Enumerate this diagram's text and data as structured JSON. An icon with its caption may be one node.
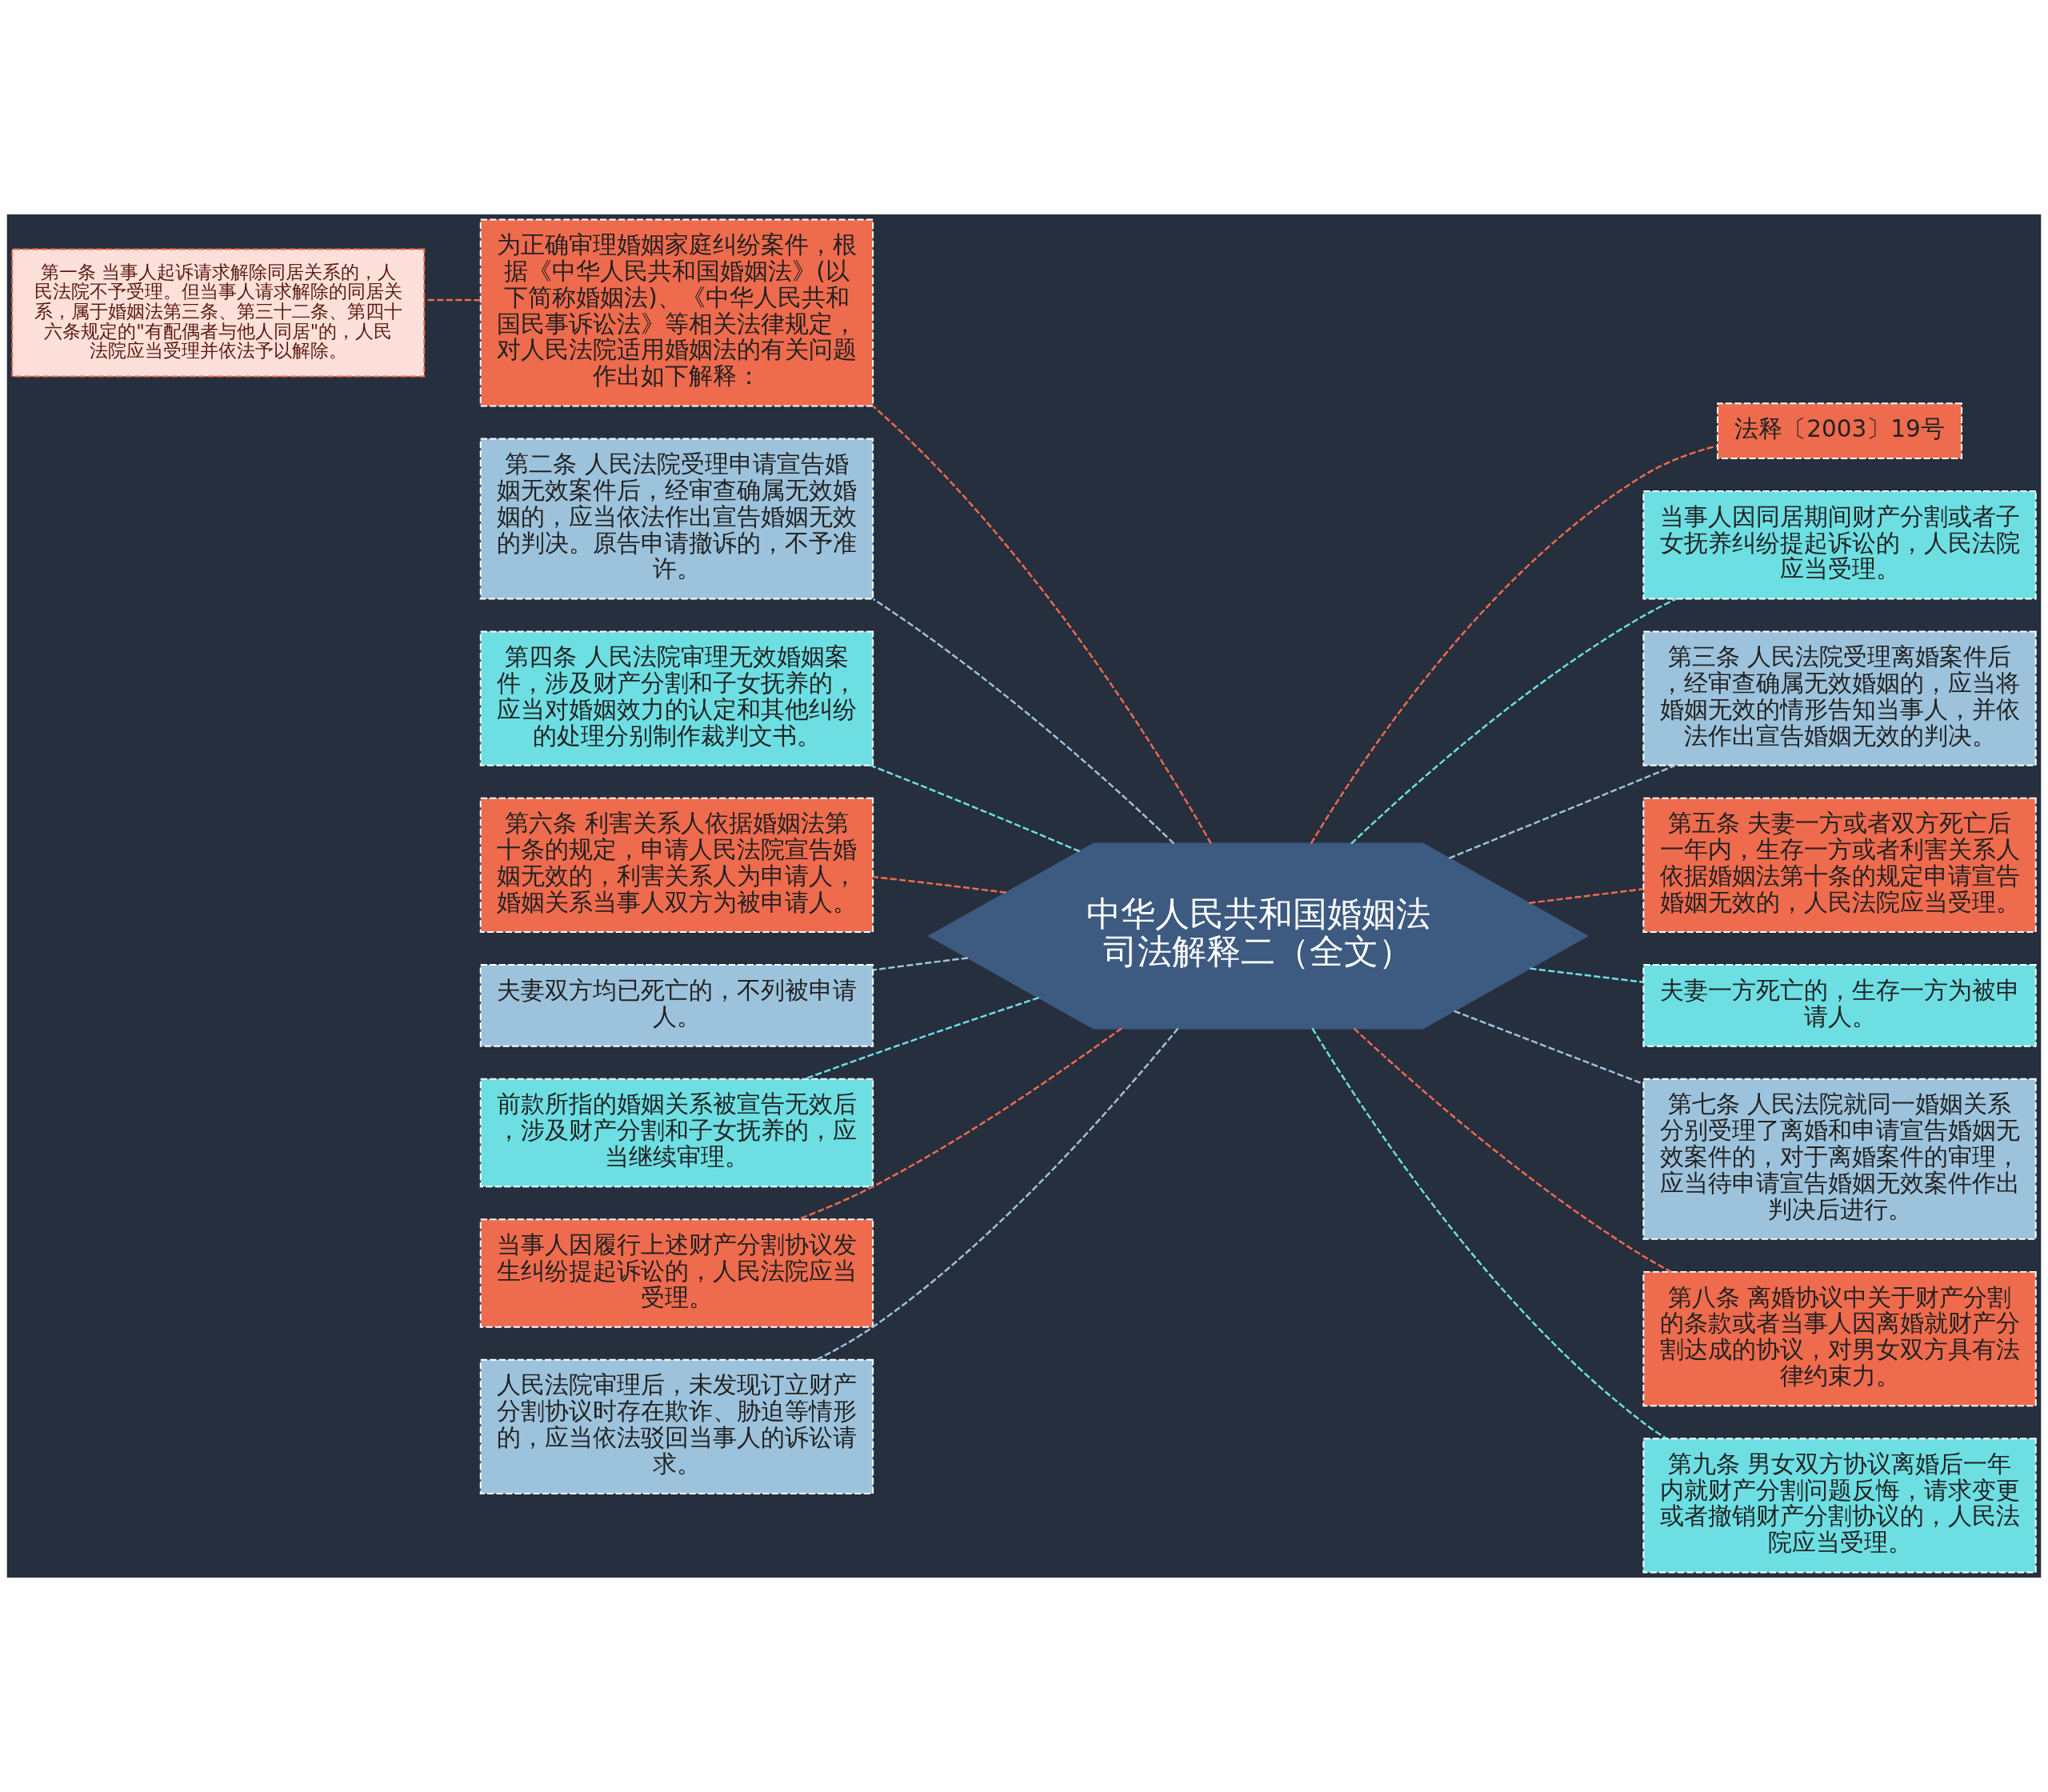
{
  "diagram": {
    "nodes": [
      {
        "text": [
          "中华人民共和国婚姻法司法解释二（全文）"
        ]
      },
      {
        "text": [
          "为正确审理婚姻家庭纠纷案件，根据《中华人民共和国婚姻法》(以下简称婚姻法)、《中华人民共和国民事诉讼法》等相关法律规定，对人民法院适用婚姻法的有关问题作出如下解释："
        ]
      },
      {
        "text": [
          "第一条 当事人起诉请求解除同居关系的，人民法院不予受理。但当事人请求解除的同居关系，属于婚姻法第三条、第三十二条、第四十六条规定的\"有配偶者与他人同居\"的，人民法院应当受理并依法予以解除。"
        ]
      },
      {
        "text": [
          "第二条 人民法院受理申请宣告婚姻无效案件后，经审查确属无效婚姻的，应当依法作出宣告婚姻无效的判决。原告申请撤诉的，不予准许。"
        ]
      },
      {
        "text": [
          "第四条 人民法院审理无效婚姻案件，涉及财产分割和子女抚养的，应当对婚姻效力的认定和其他纠纷的处理分别制作裁判文书。"
        ]
      },
      {
        "text": [
          "第六条 利害关系人依据婚姻法第十条的规定，申请人民法院宣告婚姻无效的，利害关系人为申请人，婚姻关系当事人双方为被申请人。"
        ]
      },
      {
        "text": [
          "夫妻双方均已死亡的，不列被申请人。"
        ]
      },
      {
        "text": [
          "前款所指的婚姻关系被宣告无效后，涉及财产分割和子女抚养的，应当继续审理。"
        ]
      },
      {
        "text": [
          "当事人因履行上述财产分割协议发生纠纷提起诉讼的，人民法院应当受理。"
        ]
      },
      {
        "text": [
          "人民法院审理后，未发现订立财产分割协议时存在欺诈、胁迫等情形的，应当依法驳回当事人的诉讼请求。"
        ]
      },
      {
        "text": [
          "法释〔2003〕19号"
        ]
      },
      {
        "text": [
          "当事人因同居期间财产分割或者子女抚养纠纷提起诉讼的，人民法院应当受理。"
        ]
      },
      {
        "text": [
          "第三条 人民法院受理离婚案件后，经审查确属无效婚姻的，应当将婚姻无效的情形告知当事人，并依法作出宣告婚姻无效的判决。"
        ]
      },
      {
        "text": [
          "第五条 夫妻一方或者双方死亡后一年内，生存一方或者利害关系人依据婚姻法第十条的规定申请宣告婚姻无效的，人民法院应当受理。"
        ]
      },
      {
        "text": [
          "夫妻一方死亡的，生存一方为被申请人。"
        ]
      },
      {
        "text": [
          "第七条 人民法院就同一婚姻关系分别受理了离婚和申请宣告婚姻无效案件的，对于离婚案件的审理，应当待申请宣告婚姻无效案件作出判决后进行。"
        ]
      },
      {
        "text": [
          "第八条 离婚协议中关于财产分割的条款或者当事人因离婚就财产分割达成的协议，对男女双方具有法律约束力。"
        ]
      },
      {
        "text": [
          "第九条 男女双方协议离婚后一年内就财产分割问题反悔，请求变更或者撤销财产分割协议的，人民法院应当受理。"
        ]
      }
    ],
    "edges": [
      {
        "from": 0,
        "to": 1,
        "arrow": "none",
        "style": "dashed"
      },
      {
        "from": 1,
        "to": 2,
        "arrow": "none",
        "style": "dashed"
      },
      {
        "from": 0,
        "to": 3,
        "arrow": "none",
        "style": "dashed",
        "color": "#9dc3dc"
      },
      {
        "from": 0,
        "to": 4,
        "arrow": "none",
        "style": "dashed",
        "color": "#6ddfe3"
      },
      {
        "from": 0,
        "to": 5,
        "arrow": "none",
        "style": "dashed"
      },
      {
        "from": 0,
        "to": 6,
        "arrow": "none",
        "style": "dashed",
        "color": "#9dc3dc"
      },
      {
        "from": 0,
        "to": 7,
        "arrow": "none",
        "style": "dashed",
        "color": "#6ddfe3"
      },
      {
        "from": 0,
        "to": 8,
        "arrow": "none",
        "style": "dashed"
      },
      {
        "from": 0,
        "to": 9,
        "arrow": "none",
        "style": "dashed",
        "color": "#9dc3dc"
      },
      {
        "from": 0,
        "to": 10,
        "arrow": "none",
        "style": "dashed"
      },
      {
        "from": 0,
        "to": 11,
        "arrow": "none",
        "style": "dashed",
        "color": "#6ddfe3"
      },
      {
        "from": 0,
        "to": 12,
        "arrow": "none",
        "style": "dashed",
        "color": "#9dc3dc"
      },
      {
        "from": 0,
        "to": 13,
        "arrow": "none",
        "style": "dashed"
      },
      {
        "from": 0,
        "to": 14,
        "arrow": "none",
        "style": "dashed",
        "color": "#6ddfe3"
      },
      {
        "from": 0,
        "to": 15,
        "arrow": "none",
        "style": "dashed",
        "color": "#9dc3dc"
      },
      {
        "from": 0,
        "to": 16,
        "arrow": "none",
        "style": "dashed"
      },
      {
        "from": 0,
        "to": 17,
        "arrow": "none",
        "style": "dashed",
        "color": "#6ddfe3"
      }
    ]
  }
}
